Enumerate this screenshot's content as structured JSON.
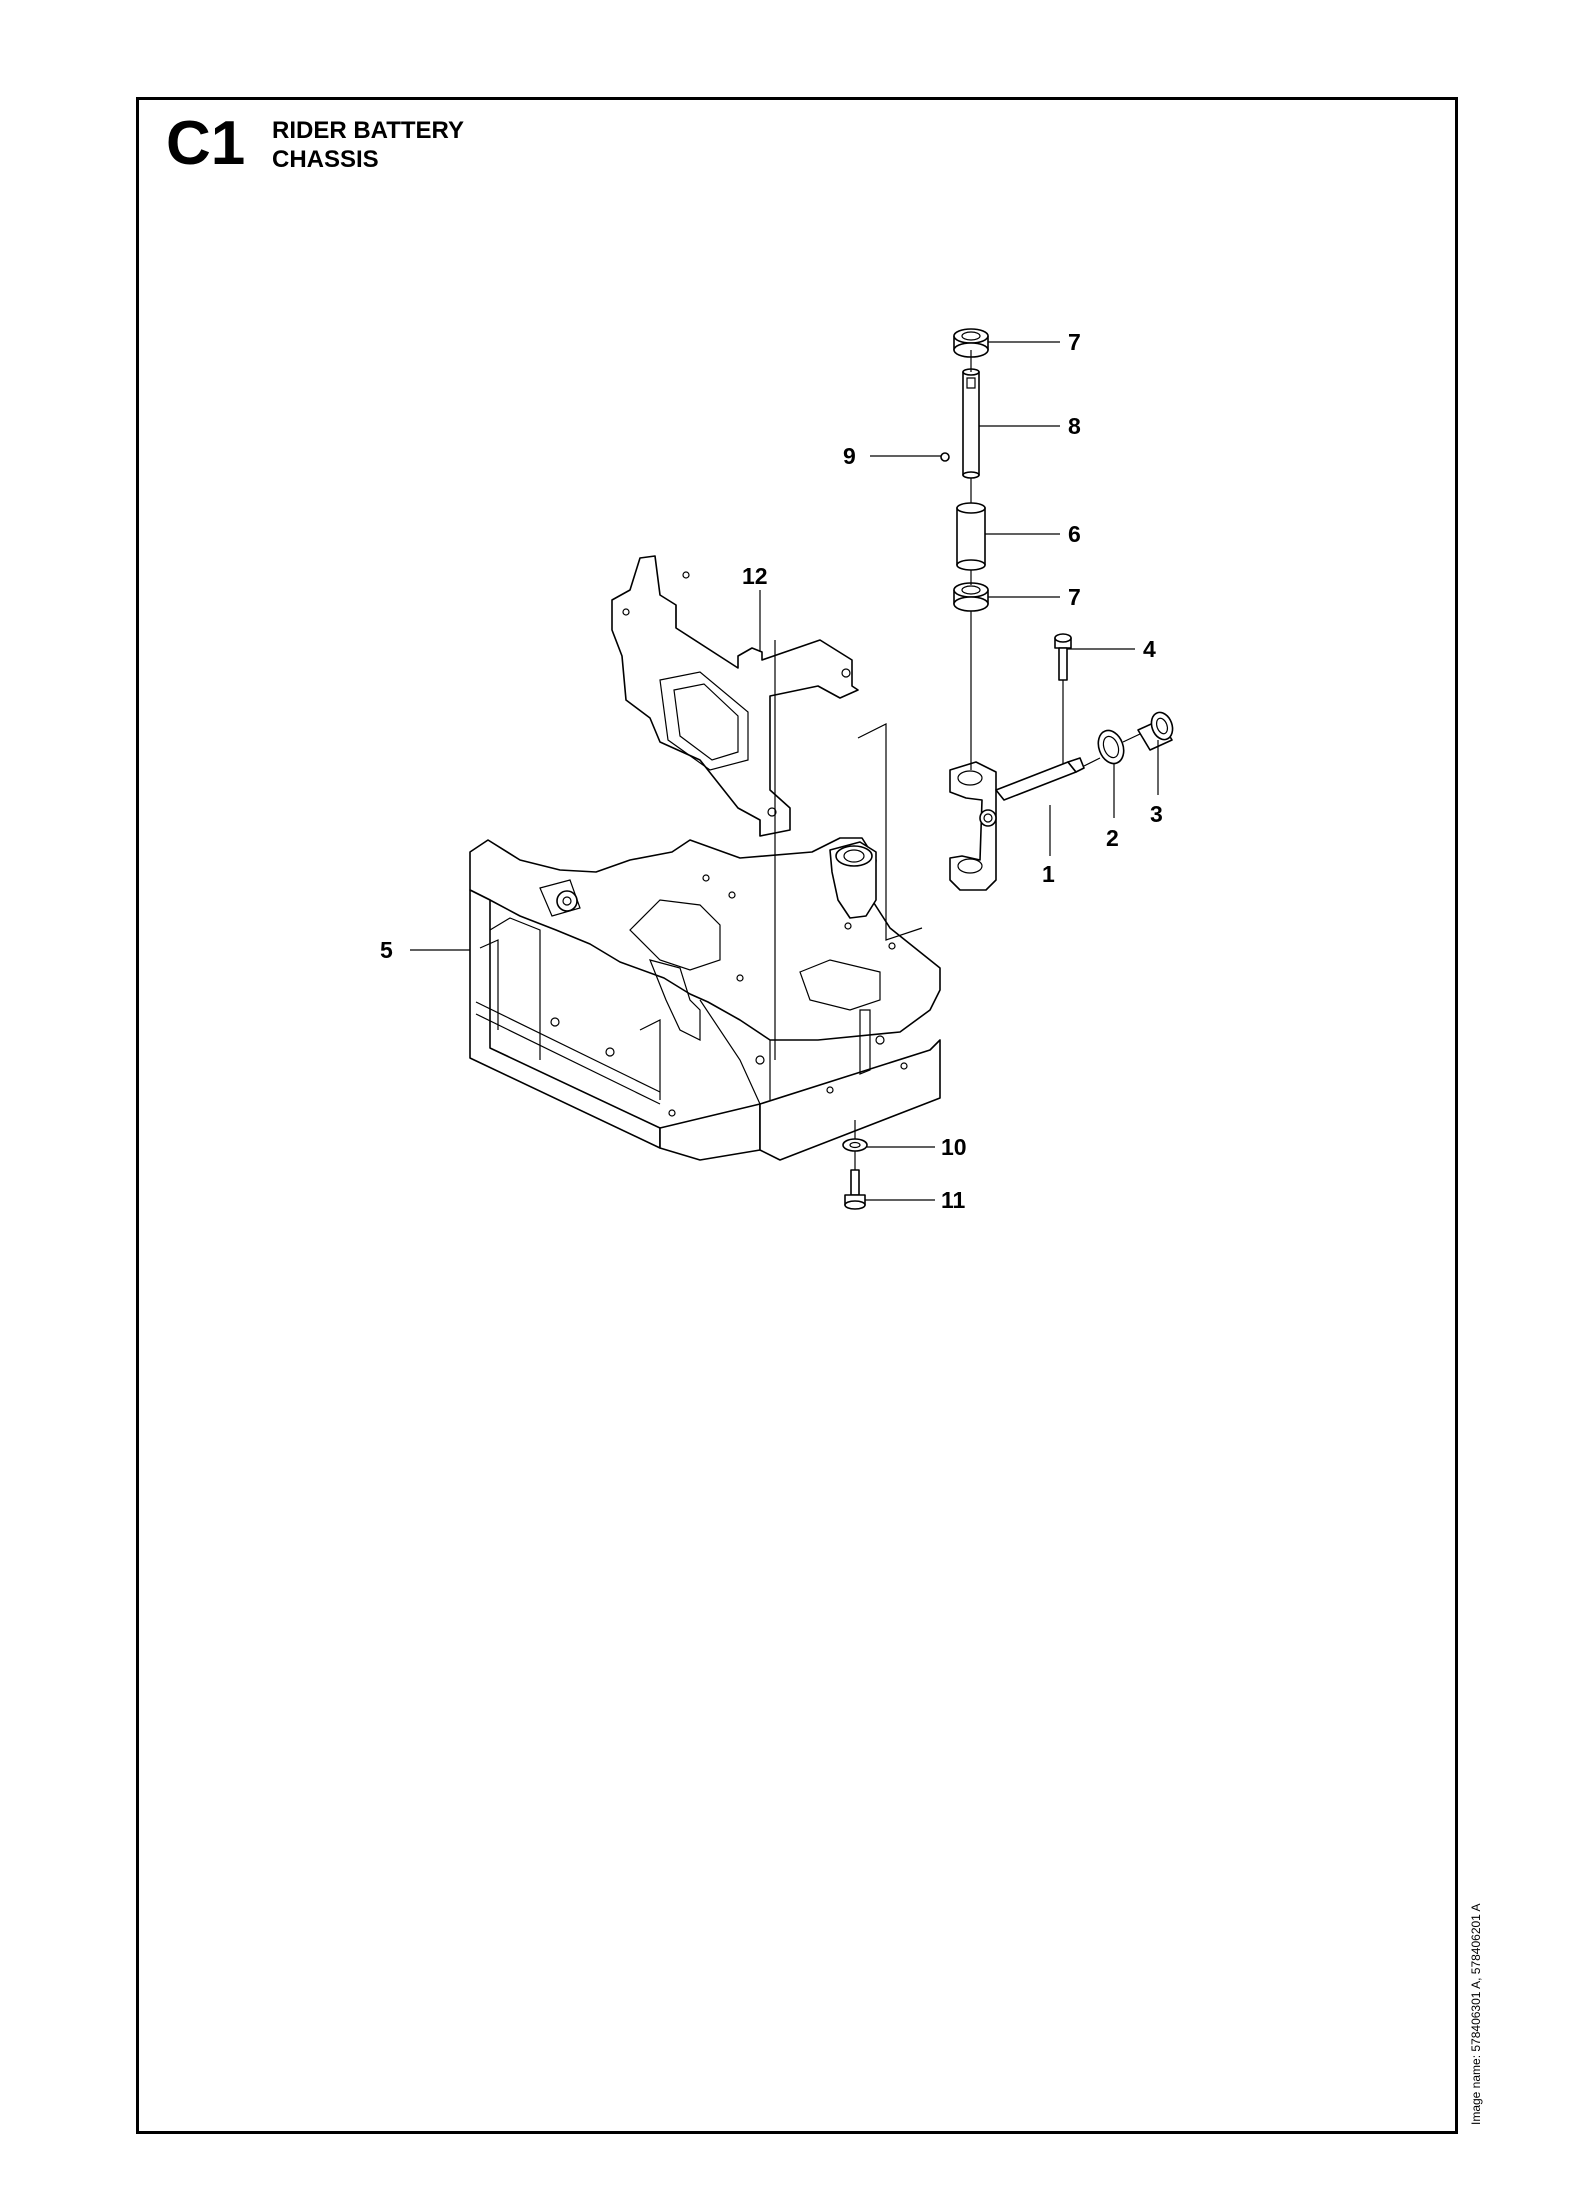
{
  "header": {
    "section_code": "C1",
    "title_line1": "RIDER BATTERY",
    "title_line2": "CHASSIS"
  },
  "callouts": {
    "c1": "1",
    "c2": "2",
    "c3": "3",
    "c4": "4",
    "c5": "5",
    "c6": "6",
    "c7a": "7",
    "c7b": "7",
    "c8": "8",
    "c9": "9",
    "c10": "10",
    "c11": "11",
    "c12": "12"
  },
  "side_note": "Image name: 578406301 A, 578406201 A"
}
